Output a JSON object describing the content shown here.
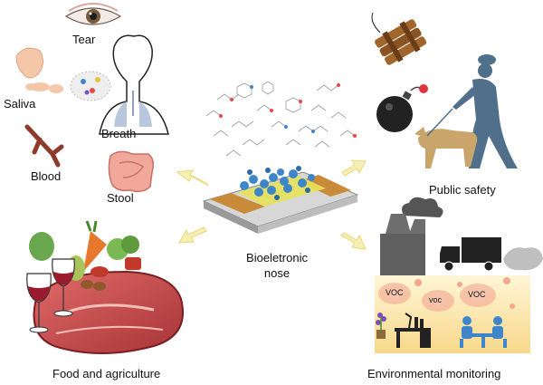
{
  "labels": {
    "tear": "Tear",
    "saliva": "Saliva",
    "breath": "Breath",
    "blood": "Blood",
    "stool": "Stool",
    "center_line1": "Bioeletronic",
    "center_line2": "nose",
    "public_safety": "Public safety",
    "food": "Food and agriculture",
    "environment": "Environmental monitoring",
    "voc": "VOC",
    "voc_lower": "voc"
  },
  "colors": {
    "arrow": "#f6efb4",
    "arrow_stroke": "#e8d77a",
    "silhouette": "#4f6f8a",
    "sensor_gold": "#c98a3a",
    "molecule_blue": "#3e86c9",
    "voc_bubble": "#f2b8a8",
    "meat": "#c8474a",
    "env_panel": "#fbe7b0"
  },
  "icons": [
    "eye-icon",
    "saliva-gland-icon",
    "blood-vessel-icon",
    "human-lungs-icon",
    "intestine-icon",
    "dynamite-icon",
    "bomb-icon",
    "person-with-dog-icon",
    "sensor-chip-icon",
    "factory-icon",
    "truck-icon",
    "plant-icon",
    "desk-icon",
    "meeting-icon",
    "meat-icon",
    "wine-glass-icon",
    "vegetables-icon"
  ]
}
